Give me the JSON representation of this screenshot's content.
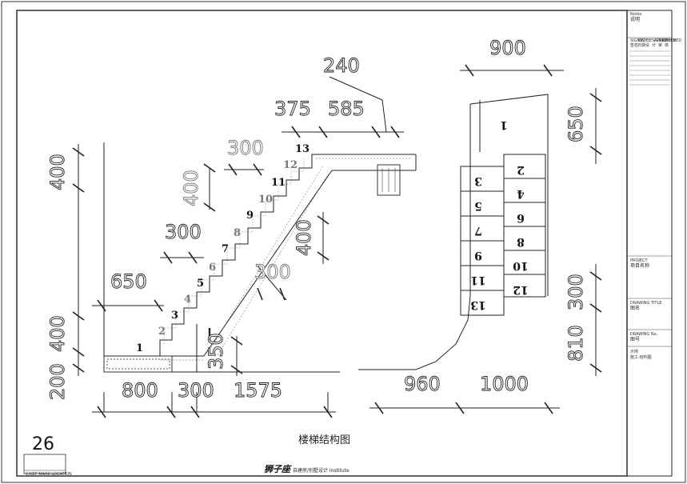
{
  "dimensions": {
    "d240": "240",
    "d375": "375",
    "d585": "585",
    "d300_top": "300",
    "d400_upper": "400",
    "d300_mid": "300",
    "d650": "650",
    "d400_right": "400",
    "d300_diag": "300",
    "d400_left": "400",
    "d400_left2": "400",
    "d200_left": "200",
    "d350": "350",
    "d800": "800",
    "d300_bottom": "300",
    "d1575": "1575",
    "d900": "900",
    "d650_right": "650",
    "d300_right": "300",
    "d810": "810",
    "d960": "960",
    "d1000": "1000"
  },
  "section_steps": [
    "1",
    "2",
    "3",
    "4",
    "5",
    "6",
    "7",
    "8",
    "9",
    "10",
    "11",
    "12",
    "13"
  ],
  "plan_labels": {
    "top": "1",
    "right_column": [
      "2",
      "4",
      "6",
      "8",
      "10",
      "12"
    ],
    "left_column": [
      "3",
      "5",
      "7",
      "9",
      "11",
      "13"
    ]
  },
  "caption": "楼梯结构图",
  "page_number": "26",
  "brand": "狮子座",
  "brand_sub": "自建房/别墅设计 institute",
  "stamp_label": "CHIEF MARK LOCATION",
  "title_block": {
    "notes_en": "Notes",
    "notes_cn": "说明",
    "approval_headers": [
      "SIGNED",
      "DATE",
      "DESIGNED",
      "APPROVED",
      "CHECKED",
      "DRAWN"
    ],
    "approval_cn": [
      "签名",
      "日期",
      "设",
      "计",
      "审",
      "核"
    ],
    "project_en": "PROJECT",
    "project_cn": "项目名称",
    "drawing_title_en": "DRAWING TITLE",
    "drawing_title_cn": "图名",
    "drawing_no_en": "DRAWING No.",
    "drawing_no_cn": "图号",
    "footer_1": "示例",
    "footer_2": "施工·结构图"
  }
}
